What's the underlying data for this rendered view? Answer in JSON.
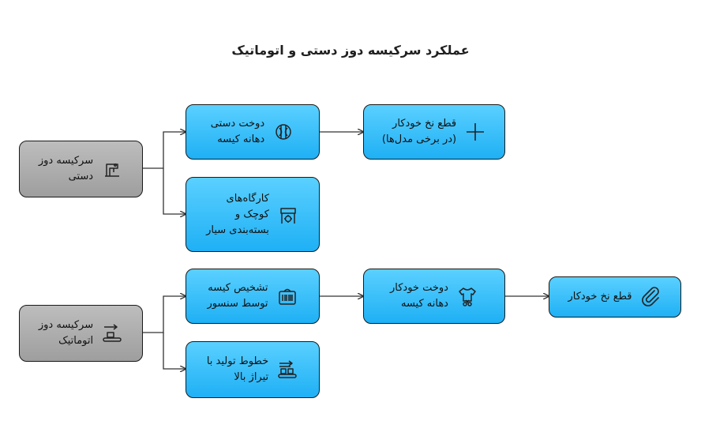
{
  "title": "عملکرد سرکیسه دوز دستی و اتوماتیک",
  "nodes": {
    "manual": {
      "label": "سرکیسه دوز\nدستی",
      "icon": "sewing-machine-icon"
    },
    "manual_sew": {
      "label": "دوخت دستی\nدهانه کیسه",
      "icon": "thread-spool-icon"
    },
    "manual_cut": {
      "label": "قطع نخ خودکار\n(در برخی مدل‌ها)",
      "icon": "plus-icon"
    },
    "manual_shops": {
      "label": "کارگاه‌های\nکوچک و\nبسته‌بندی سیار",
      "icon": "packaging-station-icon"
    },
    "auto": {
      "label": "سرکیسه دوز\nاتوماتیک",
      "icon": "conveyor-icon"
    },
    "auto_detect": {
      "label": "تشخیص کیسه\nتوسط سنسور",
      "icon": "barcode-bag-icon"
    },
    "auto_sew": {
      "label": "دوخت خودکار\nدهانه کیسه",
      "icon": "shirt-scissors-icon"
    },
    "auto_cut": {
      "label": "قطع نخ خودکار",
      "icon": "paperclip-icon"
    },
    "auto_lines": {
      "label": "خطوط تولید با\nتیراژ بالا",
      "icon": "conveyor-icon"
    }
  }
}
